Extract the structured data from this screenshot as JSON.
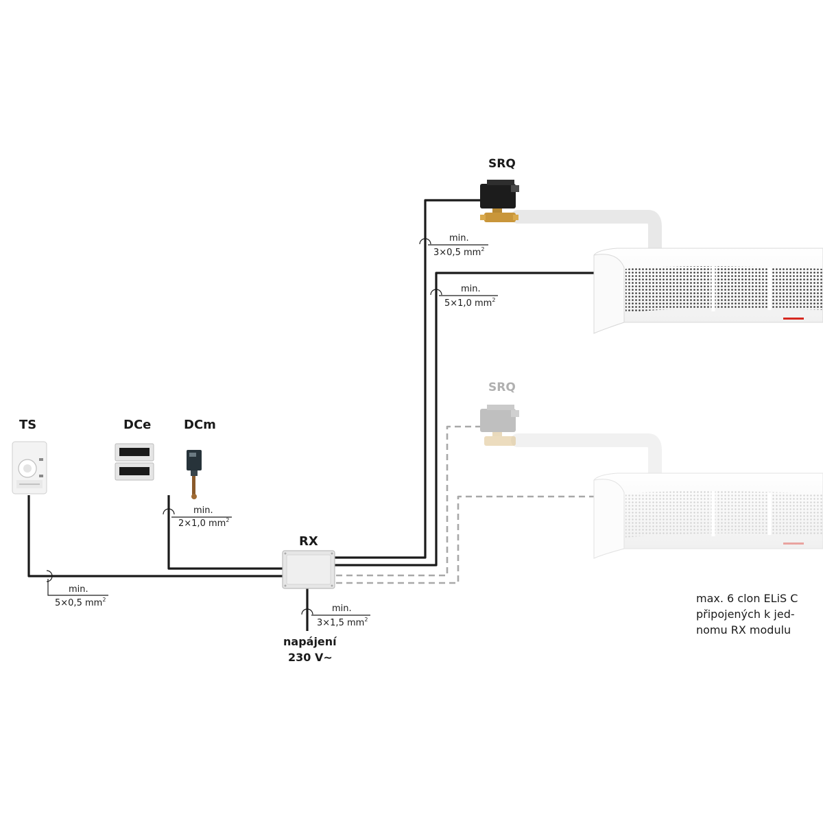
{
  "labels": {
    "ts": "TS",
    "dce": "DCe",
    "dcm": "DCm",
    "rx": "RX",
    "srq_active": "SRQ",
    "srq_optional": "SRQ",
    "power_line1": "napájení",
    "power_line2": "230 V~"
  },
  "cables": {
    "ts_rx": {
      "min": "min.",
      "spec": "5×0,5 mm",
      "sup": "2"
    },
    "dcm_rx": {
      "min": "min.",
      "spec": "2×1,0 mm",
      "sup": "2"
    },
    "power_rx": {
      "min": "min.",
      "spec": "3×1,5 mm",
      "sup": "2"
    },
    "rx_srq": {
      "min": "min.",
      "spec": "3×0,5 mm",
      "sup": "2"
    },
    "rx_curtain": {
      "min": "min.",
      "spec": "5×1,0 mm",
      "sup": "2"
    }
  },
  "note": {
    "line1": "max. 6 clon ELiS C",
    "line2": "připojených k jed-",
    "line3": "nomu RX modulu"
  },
  "icons": [
    "thermostat-icon",
    "door-contact-electronic-icon",
    "door-contact-mechanical-icon",
    "rx-module-box-icon",
    "valve-actuator-icon",
    "air-curtain-unit-icon"
  ],
  "colors": {
    "cable": "#1a1a1a",
    "optional_cable": "#a8a8a8",
    "pipe": "#e8e8e8",
    "valve_brass": "#c9963a",
    "brand_red": "#d6281f"
  }
}
